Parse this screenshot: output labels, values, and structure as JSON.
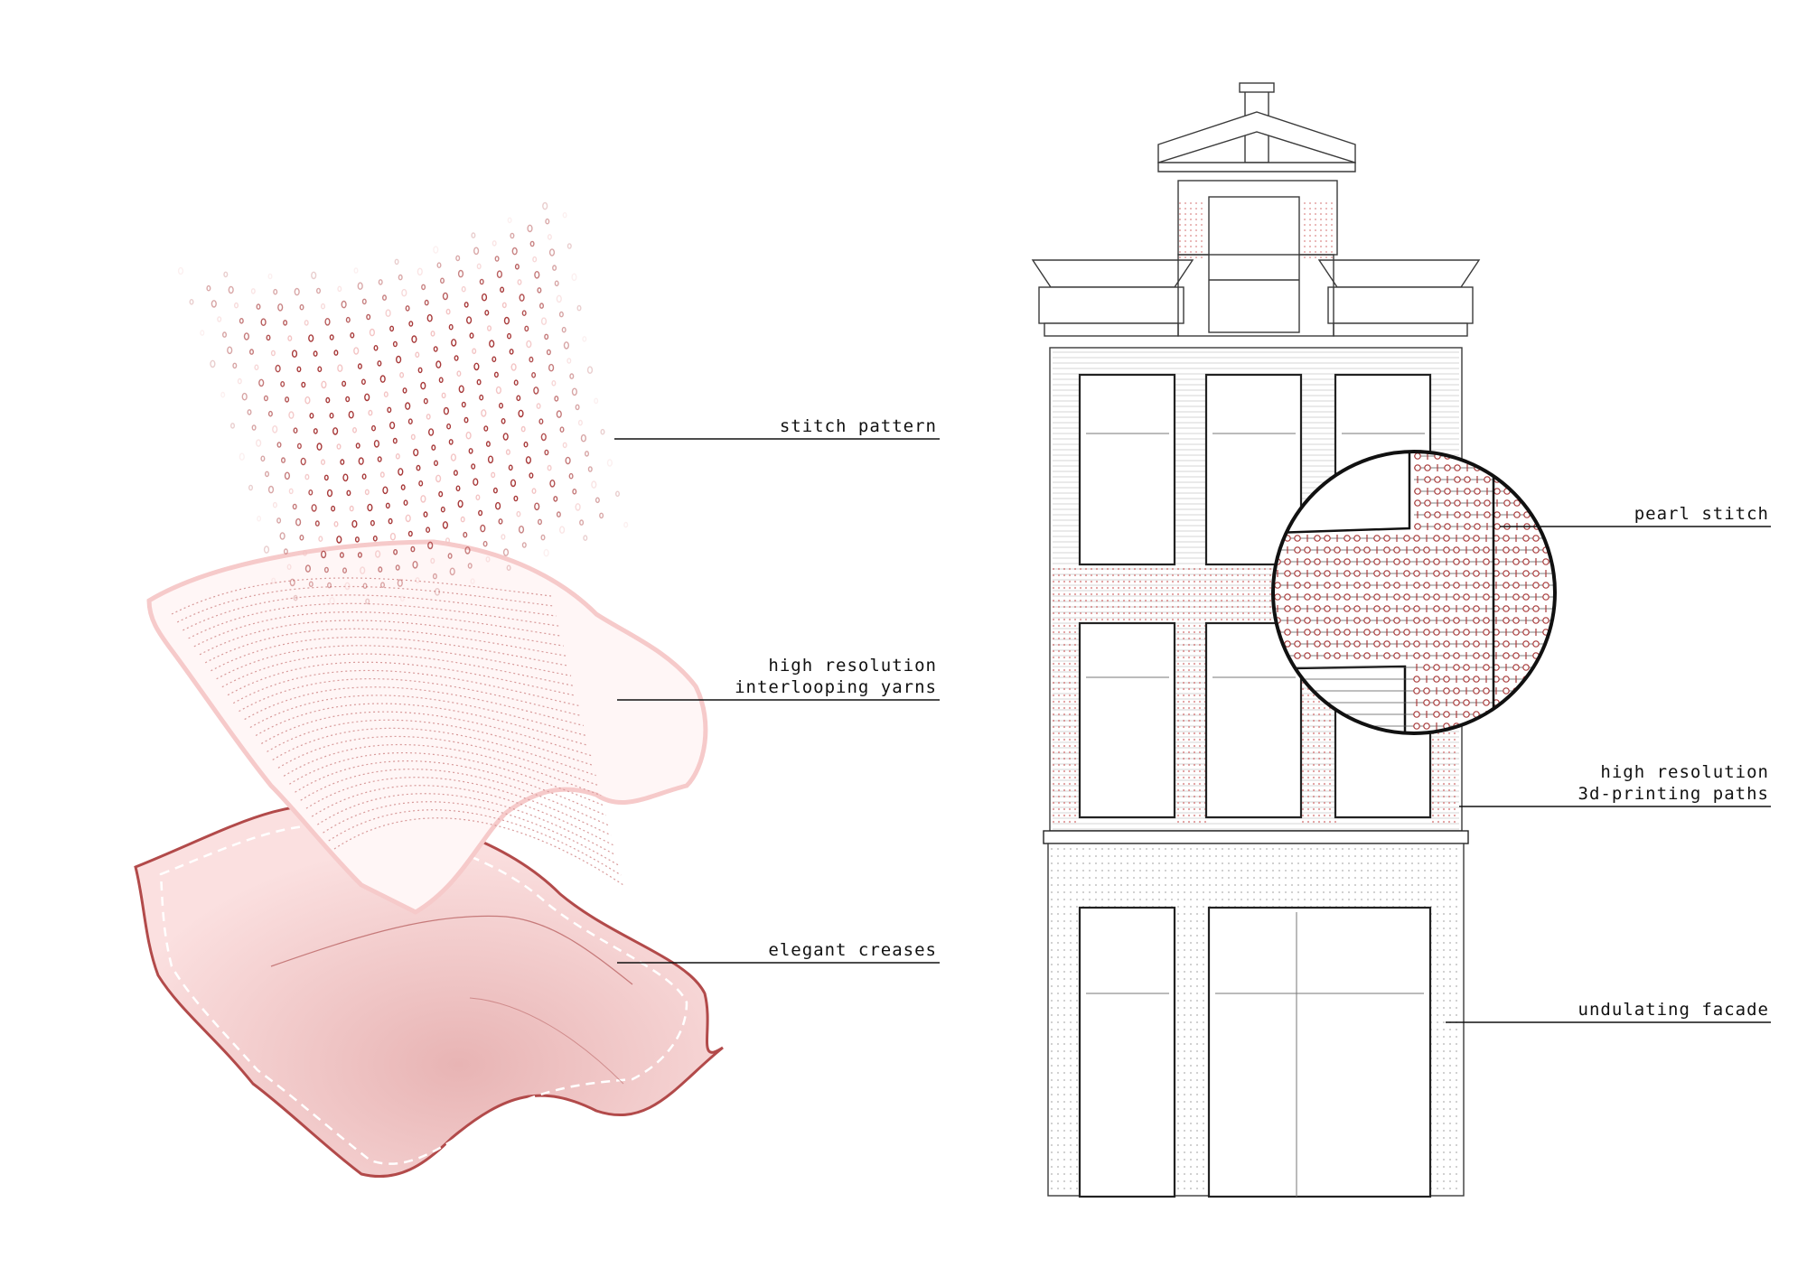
{
  "colors": {
    "ink": "#111111",
    "line": "#3a3a3a",
    "accent": "#a83a3a",
    "accent_light": "#f3c4c4",
    "fabric_fill": "#f7d3d3",
    "fabric_edge": "#b24a4a",
    "background": "#ffffff"
  },
  "left_labels": [
    {
      "id": "stitch-pattern",
      "lines": [
        "stitch pattern"
      ]
    },
    {
      "id": "interlooping-yarns",
      "lines": [
        "high resolution",
        "interlooping yarns"
      ]
    },
    {
      "id": "elegant-creases",
      "lines": [
        "elegant creases"
      ]
    }
  ],
  "right_labels": [
    {
      "id": "pearl-stitch",
      "lines": [
        "pearl stitch"
      ]
    },
    {
      "id": "printing-paths",
      "lines": [
        "high resolution",
        "3d-printing paths"
      ]
    },
    {
      "id": "undulating-facade",
      "lines": [
        "undulating facade"
      ]
    }
  ]
}
